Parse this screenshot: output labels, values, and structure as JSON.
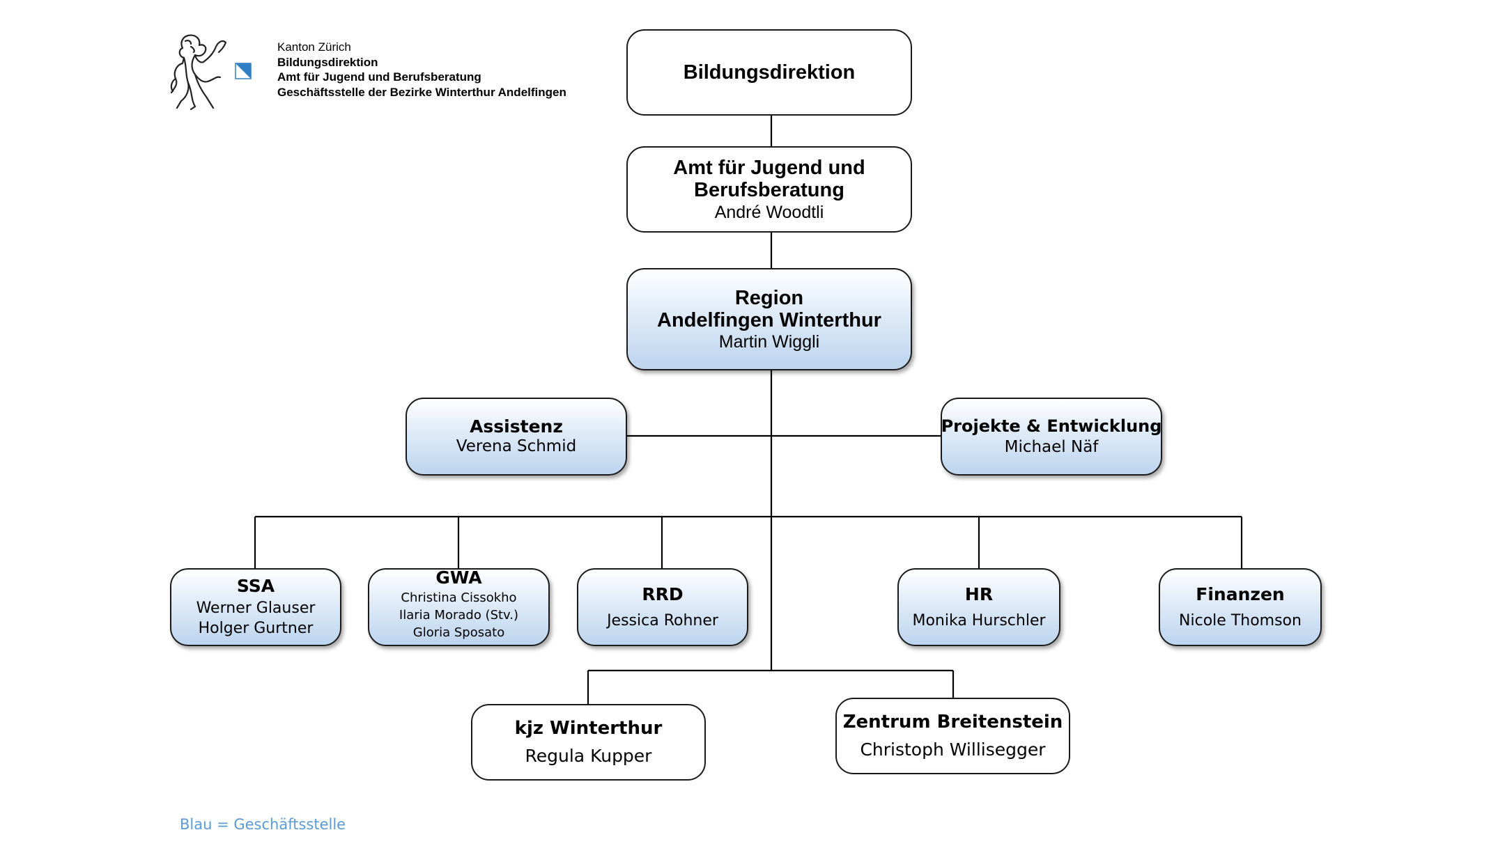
{
  "header": {
    "line1": "Kanton Zürich",
    "line2": "Bildungsdirektion",
    "line3": "Amt für Jugend und Berufsberatung",
    "line4": "Geschäftsstelle der Bezirke Winterthur Andelfingen",
    "logo_icon": "zurich-lion-icon",
    "flag_icon": "zurich-flag-icon"
  },
  "org": {
    "bildungsdirektion": {
      "title": "Bildungsdirektion"
    },
    "ajb": {
      "title1": "Amt für Jugend und",
      "title2": "Berufsberatung",
      "person": "André Woodtli"
    },
    "region": {
      "title1": "Region",
      "title2": "Andelfingen Winterthur",
      "person": "Martin Wiggli"
    },
    "assistenz": {
      "title": "Assistenz",
      "person": "Verena Schmid"
    },
    "projekte": {
      "title": "Projekte & Entwicklung",
      "person": "Michael Näf"
    },
    "ssa": {
      "title": "SSA",
      "person1": "Werner Glauser",
      "person2": "Holger Gurtner"
    },
    "gwa": {
      "title": "GWA",
      "person1": "Christina Cissokho",
      "person2": "Ilaria Morado (Stv.)",
      "person3": "Gloria Sposato"
    },
    "rrd": {
      "title": "RRD",
      "person": "Jessica Rohner"
    },
    "hr": {
      "title": "HR",
      "person": "Monika Hurschler"
    },
    "finanzen": {
      "title": "Finanzen",
      "person": "Nicole Thomson"
    },
    "kjz": {
      "title": "kjz Winterthur",
      "person": "Regula Kupper"
    },
    "zentrum": {
      "title": "Zentrum Breitenstein",
      "person": "Christoph Willisegger"
    }
  },
  "legend": {
    "text": "Blau = Geschäftsstelle"
  },
  "colors": {
    "legend_text": "#5b9bd5",
    "box_blue_bottom": "#bcd4ee",
    "border": "#1a1a1a"
  }
}
